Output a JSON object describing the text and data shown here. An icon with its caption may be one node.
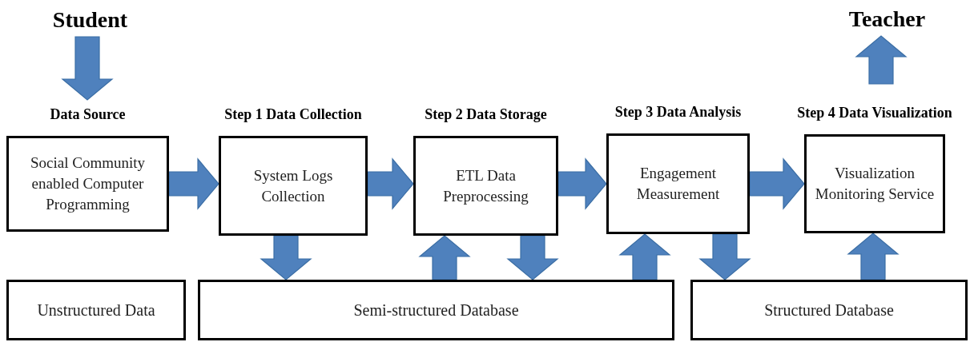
{
  "diagram": {
    "nodes": [
      {
        "text": [
          "Student"
        ]
      },
      {
        "text": [
          "Data Source",
          "Social Community enabled Computer Programming"
        ]
      },
      {
        "text": [
          "Step 1 Data Collection",
          "System Logs Collection"
        ]
      },
      {
        "text": [
          "Step 2 Data Storage",
          "ETL Data Preprocessing"
        ]
      },
      {
        "text": [
          "Step 3 Data Analysis",
          "Engagement Measurement"
        ]
      },
      {
        "text": [
          "Step 4 Data Visualization",
          "Visualization Monitoring Service"
        ]
      },
      {
        "text": [
          "Teacher"
        ]
      },
      {
        "text": [
          "Unstructured Data"
        ]
      },
      {
        "text": [
          "Semi-structured Database"
        ]
      },
      {
        "text": [
          "Structured Database"
        ]
      }
    ],
    "edges": [
      {
        "from": 0,
        "to": 1,
        "arrow": "to"
      },
      {
        "from": 1,
        "to": 2,
        "arrow": "to"
      },
      {
        "from": 2,
        "to": 3,
        "arrow": "to"
      },
      {
        "from": 3,
        "to": 4,
        "arrow": "to"
      },
      {
        "from": 4,
        "to": 5,
        "arrow": "to"
      },
      {
        "from": 5,
        "to": 6,
        "arrow": "to"
      },
      {
        "from": 2,
        "to": 8,
        "arrow": "to"
      },
      {
        "from": 8,
        "to": 3,
        "arrow": "to"
      },
      {
        "from": 3,
        "to": 8,
        "arrow": "to"
      },
      {
        "from": 8,
        "to": 4,
        "arrow": "to"
      },
      {
        "from": 4,
        "to": 9,
        "arrow": "to"
      },
      {
        "from": 9,
        "to": 5,
        "arrow": "to"
      }
    ]
  }
}
